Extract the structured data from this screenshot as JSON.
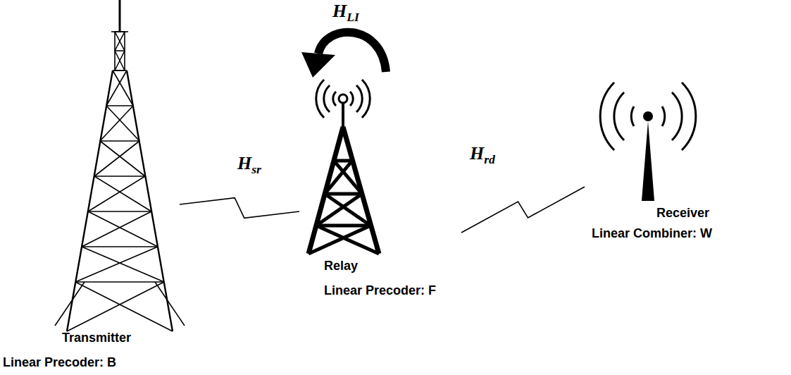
{
  "diagram": {
    "nodes": [
      {
        "text": [
          "Transmitter",
          "Linear Precoder: B"
        ]
      },
      {
        "text": [
          "Relay",
          "Linear Precoder: F"
        ]
      },
      {
        "text": [
          "Receiver",
          "Linear Combiner: W"
        ]
      }
    ],
    "edges": [
      {
        "from": 0,
        "to": 1,
        "arrow": "none",
        "label": "Hsr"
      },
      {
        "from": 1,
        "to": 2,
        "arrow": "none",
        "label": "Hrd"
      }
    ],
    "labels": [
      "HLI"
    ]
  }
}
